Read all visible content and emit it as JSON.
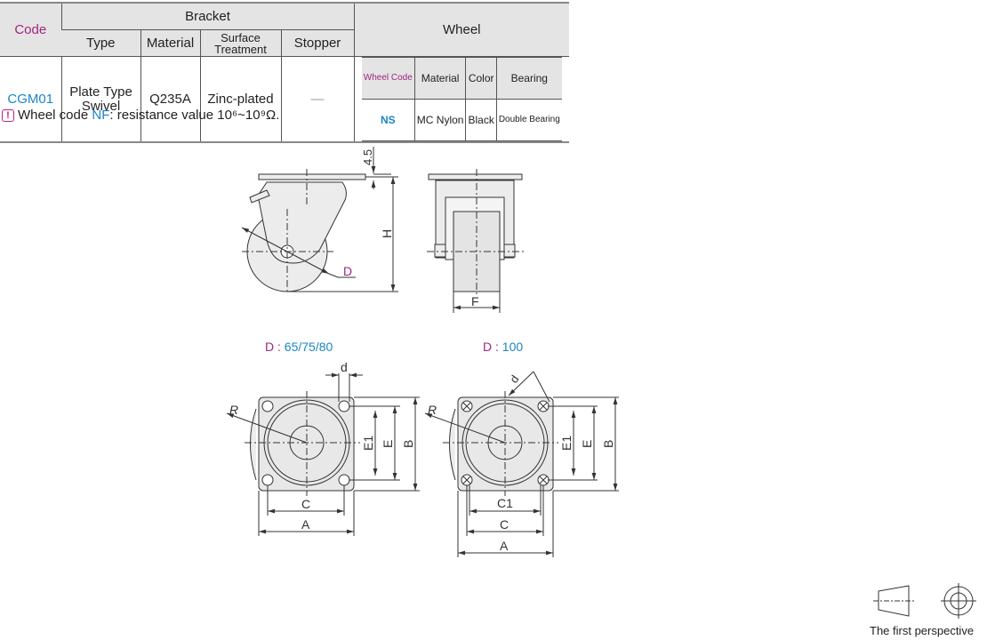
{
  "table": {
    "headers": {
      "code": "Code",
      "bracket": "Bracket",
      "wheel": "Wheel",
      "type": "Type",
      "material": "Material",
      "surface_treatment": "Surface Treatment",
      "stopper": "Stopper"
    },
    "row": {
      "code": "CGM01",
      "type": "Plate Type Swivel",
      "material": "Q235A",
      "surface_treatment": "Zinc-plated",
      "stopper": "—"
    },
    "wheel": {
      "headers": [
        "Wheel Code",
        "Material",
        "Color",
        "Bearing"
      ],
      "values": [
        "NS",
        "MC Nylon",
        "Black",
        "Double Bearing"
      ]
    }
  },
  "note": {
    "prefix": "Wheel code ",
    "code": "NF",
    "suffix": ": resistance value 10⁶~10⁹Ω."
  },
  "drawing": {
    "dim_4_5": "4.5",
    "dim_H": "H",
    "dim_D": "D",
    "dim_F": "F",
    "left_caption_label": "D",
    "left_caption_sep": " : ",
    "left_caption_value": "65/75/80",
    "right_caption_label": "D",
    "right_caption_sep": " : ",
    "right_caption_value": "100",
    "dim_d": "d",
    "dim_R": "R",
    "dim_E1": "E1",
    "dim_E": "E",
    "dim_B": "B",
    "dim_C": "C",
    "dim_C1": "C1",
    "dim_A": "A"
  },
  "perspective_label": "The first perspective",
  "colors": {
    "magenta": "#a0267e",
    "blue": "#1a86c4",
    "header_bg": "#e4e4e4",
    "part_fill": "#e8e8e8"
  }
}
